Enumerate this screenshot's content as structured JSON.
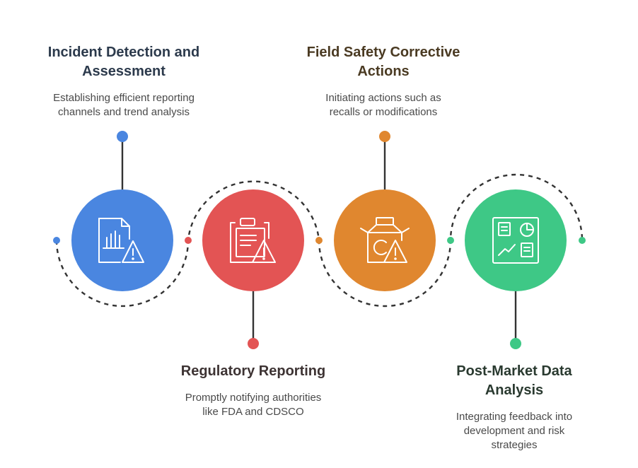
{
  "steps": [
    {
      "title_line1": "Incident Detection and",
      "title_line2": "Assessment",
      "desc_line1": "Establishing efficient reporting",
      "desc_line2": "channels and trend analysis",
      "desc_line3": "",
      "color": "#4a86e0",
      "title_color": "#2c3a4c",
      "icon": "report-chart-warning-icon"
    },
    {
      "title_line1": "Regulatory Reporting",
      "title_line2": "",
      "desc_line1": "Promptly notifying authorities",
      "desc_line2": "like FDA and CDSCO",
      "desc_line3": "",
      "color": "#e35454",
      "title_color": "#3d3333",
      "icon": "clipboard-warning-icon"
    },
    {
      "title_line1": "Field Safety Corrective",
      "title_line2": "Actions",
      "desc_line1": "Initiating actions such as",
      "desc_line2": "recalls or modifications",
      "desc_line3": "",
      "color": "#e0872f",
      "title_color": "#4a3a22",
      "icon": "product-recall-warning-icon"
    },
    {
      "title_line1": "Post-Market Data",
      "title_line2": "Analysis",
      "desc_line1": "Integrating feedback into",
      "desc_line2": "development and risk",
      "desc_line3": "strategies",
      "color": "#3ec886",
      "title_color": "#2a3a30",
      "icon": "dashboard-analytics-icon"
    }
  ]
}
